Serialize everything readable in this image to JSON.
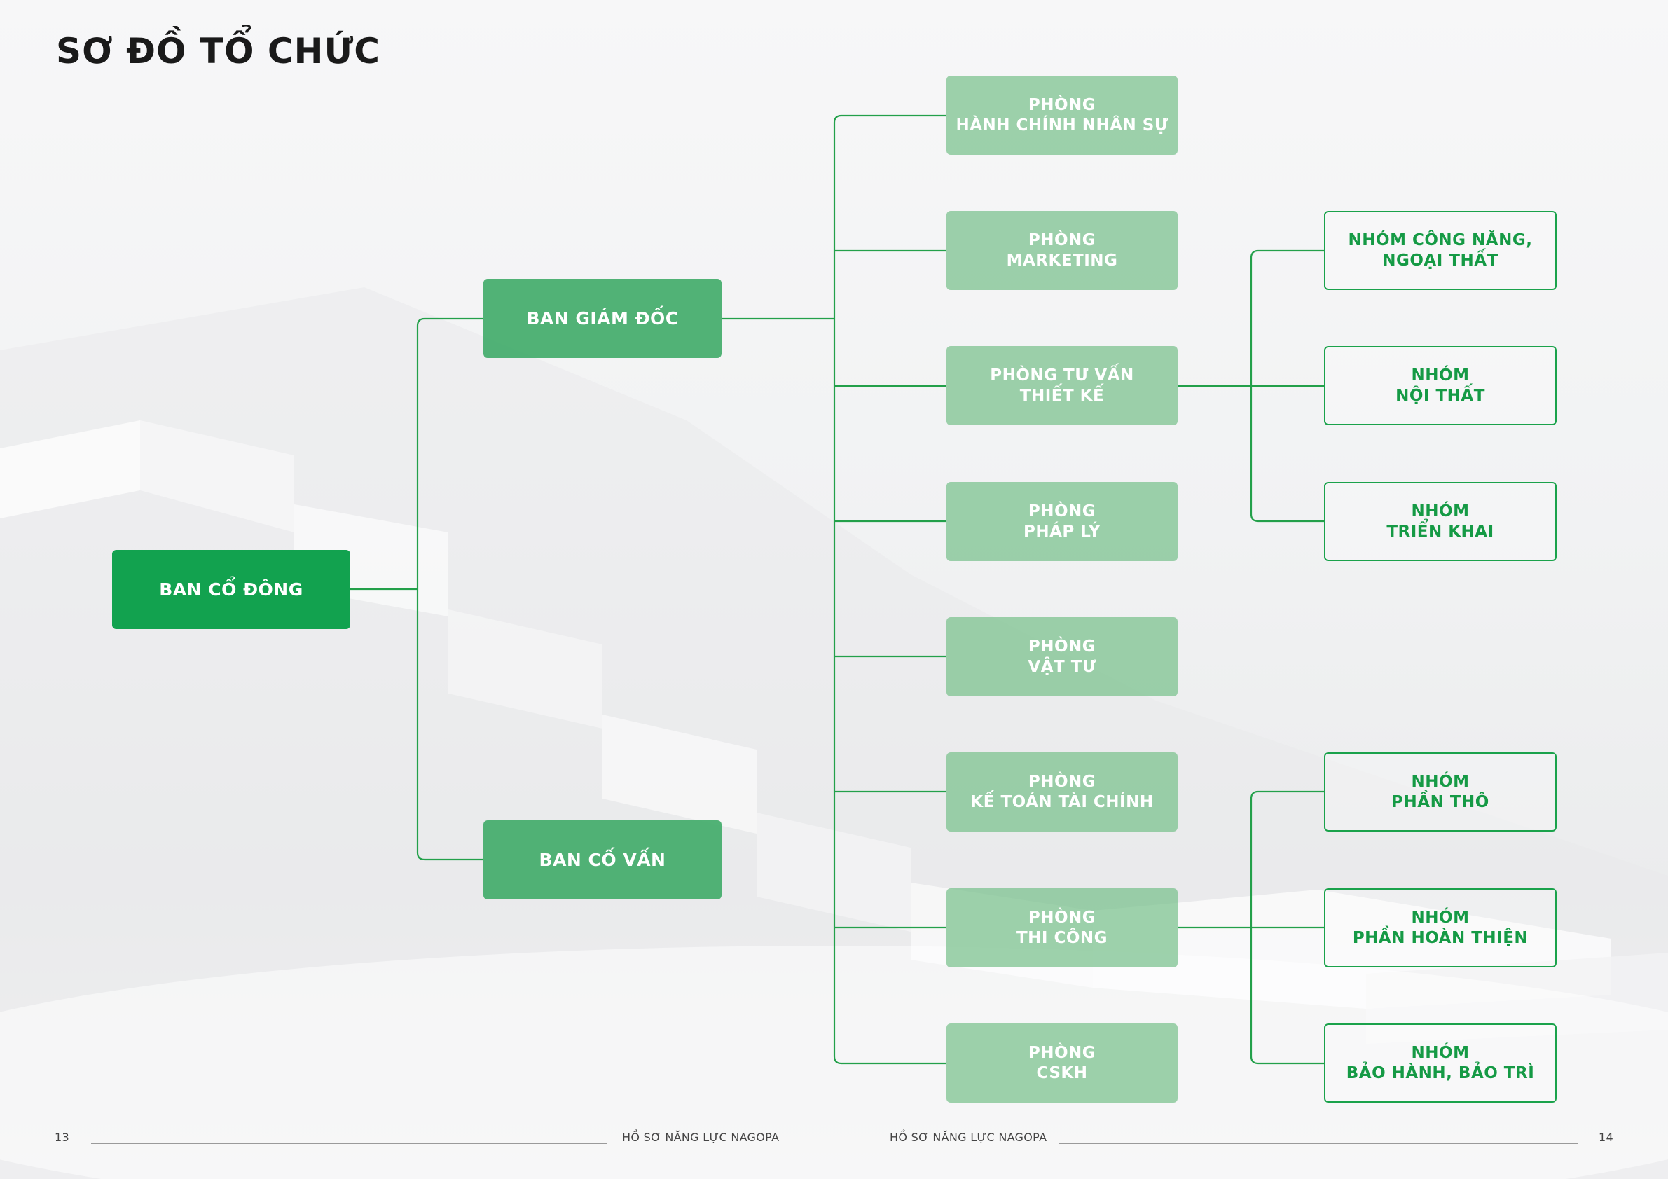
{
  "title": "SƠ ĐỒ TỔ CHỨC",
  "colors": {
    "primary_green": "#12a24f",
    "board_green": "#3aa864",
    "department_green": "#78c08c",
    "group_border_green": "#1aa24b",
    "connector_green": "#23a04a"
  },
  "org": {
    "shareholders": "BAN CỔ ĐÔNG",
    "directors": "BAN GIÁM ĐỐC",
    "advisors": "BAN CỐ VẤN",
    "departments": [
      "PHÒNG\nHÀNH CHÍNH NHÂN SỰ",
      "PHÒNG\nMARKETING",
      "PHÒNG TƯ VẤN\nTHIẾT KẾ",
      "PHÒNG\nPHÁP LÝ",
      "PHÒNG\nVẬT TƯ",
      "PHÒNG\nKẾ TOÁN TÀI CHÍNH",
      "PHÒNG\nTHI CÔNG",
      "PHÒNG\nCSKH"
    ],
    "design_groups": [
      "NHÓM CÔNG NĂNG,\nNGOẠI THẤT",
      "NHÓM\nNỘI THẤT",
      "NHÓM\nTRIỂN KHAI"
    ],
    "construction_groups": [
      "NHÓM\nPHẦN THÔ",
      "NHÓM\nPHẦN HOÀN THIỆN",
      "NHÓM\nBẢO HÀNH, BẢO TRÌ"
    ]
  },
  "footer": {
    "left_page": "13",
    "left_caption": "HỒ SƠ NĂNG LỰC NAGOPA",
    "right_caption": "HỒ SƠ NĂNG LỰC NAGOPA",
    "right_page": "14"
  }
}
